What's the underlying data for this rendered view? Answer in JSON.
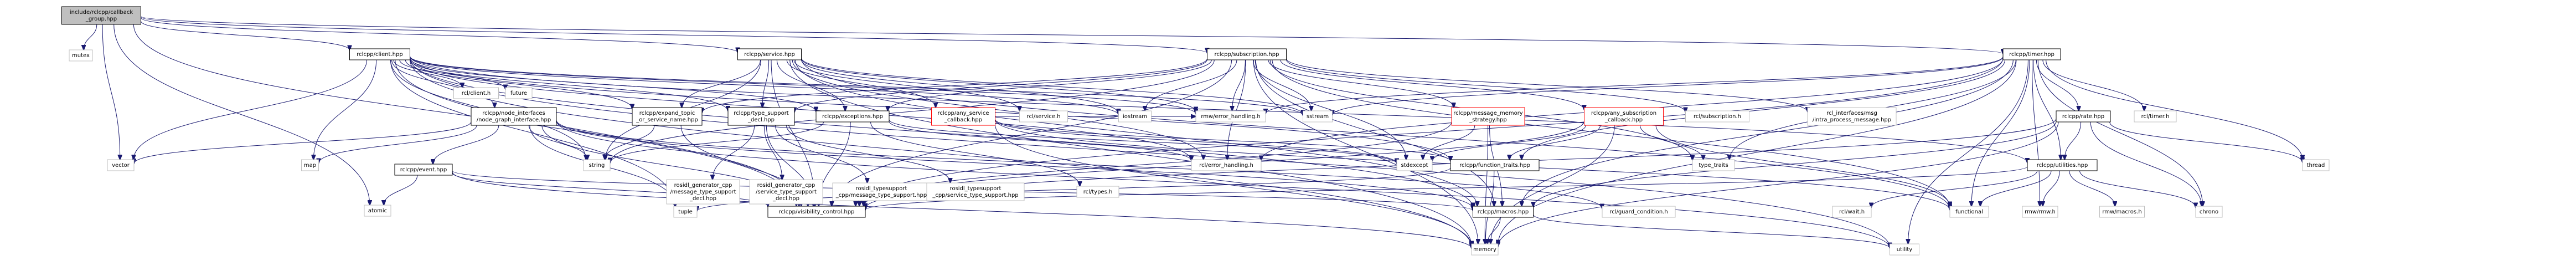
{
  "diagram": {
    "type": "include-dependency-graph",
    "colors": {
      "edge": "#191970",
      "root_fill": "#bfbfbf",
      "linked_border": "#000000",
      "external_border": "#bfbfbf",
      "missing_border": "#ff0000",
      "background": "#ffffff"
    },
    "nodes": [
      {
        "id": "root",
        "label": [
          "include/rclcpp/callback",
          "_group.hpp"
        ],
        "kind": "root"
      },
      {
        "id": "mutex",
        "label": [
          "mutex"
        ],
        "kind": "external"
      },
      {
        "id": "client",
        "label": [
          "rclcpp/client.hpp"
        ],
        "kind": "linked"
      },
      {
        "id": "service",
        "label": [
          "rclcpp/service.hpp"
        ],
        "kind": "linked"
      },
      {
        "id": "subscription",
        "label": [
          "rclcpp/subscription.hpp"
        ],
        "kind": "linked"
      },
      {
        "id": "timer",
        "label": [
          "rclcpp/timer.hpp"
        ],
        "kind": "linked"
      },
      {
        "id": "rcl_client",
        "label": [
          "rcl/client.h"
        ],
        "kind": "external"
      },
      {
        "id": "future",
        "label": [
          "future"
        ],
        "kind": "external"
      },
      {
        "id": "node_graph",
        "label": [
          "rclcpp/node_interfaces",
          "/node_graph_interface.hpp"
        ],
        "kind": "linked"
      },
      {
        "id": "expand_topic",
        "label": [
          "rclcpp/expand_topic",
          "_or_service_name.hpp"
        ],
        "kind": "linked"
      },
      {
        "id": "type_support",
        "label": [
          "rclcpp/type_support",
          "_decl.hpp"
        ],
        "kind": "linked"
      },
      {
        "id": "exceptions",
        "label": [
          "rclcpp/exceptions.hpp"
        ],
        "kind": "linked"
      },
      {
        "id": "any_service",
        "label": [
          "rclcpp/any_service",
          "_callback.hpp"
        ],
        "kind": "missing"
      },
      {
        "id": "rcl_service",
        "label": [
          "rcl/service.h"
        ],
        "kind": "external"
      },
      {
        "id": "iostream",
        "label": [
          "iostream"
        ],
        "kind": "external"
      },
      {
        "id": "rmw_error",
        "label": [
          "rmw/error_handling.h"
        ],
        "kind": "external"
      },
      {
        "id": "sstream",
        "label": [
          "sstream"
        ],
        "kind": "external"
      },
      {
        "id": "msg_memory",
        "label": [
          "rclcpp/message_memory",
          "_strategy.hpp"
        ],
        "kind": "missing"
      },
      {
        "id": "any_sub",
        "label": [
          "rclcpp/any_subscription",
          "_callback.hpp"
        ],
        "kind": "missing"
      },
      {
        "id": "rcl_subscription",
        "label": [
          "rcl/subscription.h"
        ],
        "kind": "external"
      },
      {
        "id": "rcl_intra",
        "label": [
          "rcl_interfaces/msg",
          "/intra_process_message.hpp"
        ],
        "kind": "external"
      },
      {
        "id": "rcl_timer",
        "label": [
          "rcl/timer.h"
        ],
        "kind": "external"
      },
      {
        "id": "rate",
        "label": [
          "rclcpp/rate.hpp"
        ],
        "kind": "linked"
      },
      {
        "id": "vector",
        "label": [
          "vector"
        ],
        "kind": "external"
      },
      {
        "id": "map",
        "label": [
          "map"
        ],
        "kind": "external"
      },
      {
        "id": "event",
        "label": [
          "rclcpp/event.hpp"
        ],
        "kind": "linked"
      },
      {
        "id": "string",
        "label": [
          "string"
        ],
        "kind": "external"
      },
      {
        "id": "ros_ts_msg",
        "label": [
          "rosidl_generator_cpp",
          "/message_type_support",
          "_decl.hpp"
        ],
        "kind": "external"
      },
      {
        "id": "ros_ts_srv",
        "label": [
          "rosidl_generator_cpp",
          "/service_type_support",
          "_decl.hpp"
        ],
        "kind": "external"
      },
      {
        "id": "ros_ts_cpp_msg",
        "label": [
          "rosidl_typesupport",
          "_cpp/message_type_support.hpp"
        ],
        "kind": "external"
      },
      {
        "id": "ros_ts_cpp_srv",
        "label": [
          "rosidl_typesupport",
          "_cpp/service_type_support.hpp"
        ],
        "kind": "external"
      },
      {
        "id": "rcl_types",
        "label": [
          "rcl/types.h"
        ],
        "kind": "external"
      },
      {
        "id": "rcl_error",
        "label": [
          "rcl/error_handling.h"
        ],
        "kind": "external"
      },
      {
        "id": "stdexcept",
        "label": [
          "stdexcept"
        ],
        "kind": "external"
      },
      {
        "id": "function_traits",
        "label": [
          "rclcpp/function_traits.hpp"
        ],
        "kind": "linked"
      },
      {
        "id": "type_traits",
        "label": [
          "type_traits"
        ],
        "kind": "external"
      },
      {
        "id": "utilities",
        "label": [
          "rclcpp/utilities.hpp"
        ],
        "kind": "linked"
      },
      {
        "id": "thread",
        "label": [
          "thread"
        ],
        "kind": "external"
      },
      {
        "id": "atomic",
        "label": [
          "atomic"
        ],
        "kind": "external"
      },
      {
        "id": "tuple",
        "label": [
          "tuple"
        ],
        "kind": "external"
      },
      {
        "id": "visibility",
        "label": [
          "rclcpp/visibility_control.hpp"
        ],
        "kind": "linked"
      },
      {
        "id": "macros",
        "label": [
          "rclcpp/macros.hpp"
        ],
        "kind": "linked"
      },
      {
        "id": "guard",
        "label": [
          "rcl/guard_condition.h"
        ],
        "kind": "external"
      },
      {
        "id": "rcl_wait",
        "label": [
          "rcl/wait.h"
        ],
        "kind": "external"
      },
      {
        "id": "functional",
        "label": [
          "functional"
        ],
        "kind": "external"
      },
      {
        "id": "rmw_rmw",
        "label": [
          "rmw/rmw.h"
        ],
        "kind": "external"
      },
      {
        "id": "rmw_macros",
        "label": [
          "rmw/macros.h"
        ],
        "kind": "external"
      },
      {
        "id": "chrono",
        "label": [
          "chrono"
        ],
        "kind": "external"
      },
      {
        "id": "memory",
        "label": [
          "memory"
        ],
        "kind": "external"
      },
      {
        "id": "utility",
        "label": [
          "utility"
        ],
        "kind": "external"
      }
    ],
    "edges": [
      [
        "root",
        "mutex"
      ],
      [
        "root",
        "client"
      ],
      [
        "root",
        "service"
      ],
      [
        "root",
        "subscription"
      ],
      [
        "root",
        "timer"
      ],
      [
        "root",
        "vector"
      ],
      [
        "root",
        "atomic"
      ],
      [
        "root",
        "visibility"
      ],
      [
        "client",
        "rcl_client"
      ],
      [
        "client",
        "future"
      ],
      [
        "client",
        "node_graph"
      ],
      [
        "client",
        "expand_topic"
      ],
      [
        "client",
        "type_support"
      ],
      [
        "client",
        "exceptions"
      ],
      [
        "client",
        "rmw_error"
      ],
      [
        "client",
        "sstream"
      ],
      [
        "client",
        "map"
      ],
      [
        "client",
        "string"
      ],
      [
        "client",
        "vector"
      ],
      [
        "client",
        "tuple"
      ],
      [
        "client",
        "utility"
      ],
      [
        "client",
        "function_traits"
      ],
      [
        "client",
        "utilities"
      ],
      [
        "client",
        "visibility"
      ],
      [
        "client",
        "macros"
      ],
      [
        "client",
        "rcl_error"
      ],
      [
        "client",
        "memory"
      ],
      [
        "client",
        "iostream"
      ],
      [
        "service",
        "rcl_service"
      ],
      [
        "service",
        "any_service"
      ],
      [
        "service",
        "exceptions"
      ],
      [
        "service",
        "type_support"
      ],
      [
        "service",
        "expand_topic"
      ],
      [
        "service",
        "iostream"
      ],
      [
        "service",
        "rmw_error"
      ],
      [
        "service",
        "sstream"
      ],
      [
        "service",
        "string"
      ],
      [
        "service",
        "memory"
      ],
      [
        "service",
        "functional"
      ],
      [
        "service",
        "macros"
      ],
      [
        "service",
        "visibility"
      ],
      [
        "service",
        "rcl_error"
      ],
      [
        "subscription",
        "msg_memory"
      ],
      [
        "subscription",
        "any_sub"
      ],
      [
        "subscription",
        "rcl_subscription"
      ],
      [
        "subscription",
        "rcl_intra"
      ],
      [
        "subscription",
        "exceptions"
      ],
      [
        "subscription",
        "expand_topic"
      ],
      [
        "subscription",
        "type_support"
      ],
      [
        "subscription",
        "iostream"
      ],
      [
        "subscription",
        "rmw_error"
      ],
      [
        "subscription",
        "sstream"
      ],
      [
        "subscription",
        "string"
      ],
      [
        "subscription",
        "memory"
      ],
      [
        "subscription",
        "functional"
      ],
      [
        "subscription",
        "macros"
      ],
      [
        "subscription",
        "visibility"
      ],
      [
        "subscription",
        "rcl_error"
      ],
      [
        "subscription",
        "type_traits"
      ],
      [
        "subscription",
        "stdexcept"
      ],
      [
        "timer",
        "rcl_timer"
      ],
      [
        "timer",
        "rate"
      ],
      [
        "timer",
        "function_traits"
      ],
      [
        "timer",
        "utilities"
      ],
      [
        "timer",
        "type_traits"
      ],
      [
        "timer",
        "thread"
      ],
      [
        "timer",
        "chrono"
      ],
      [
        "timer",
        "functional"
      ],
      [
        "timer",
        "memory"
      ],
      [
        "timer",
        "sstream"
      ],
      [
        "timer",
        "utility"
      ],
      [
        "timer",
        "rmw_error"
      ],
      [
        "timer",
        "macros"
      ],
      [
        "timer",
        "visibility"
      ],
      [
        "timer",
        "rmw_rmw"
      ],
      [
        "timer",
        "rcl_error"
      ],
      [
        "node_graph",
        "map"
      ],
      [
        "node_graph",
        "string"
      ],
      [
        "node_graph",
        "vector"
      ],
      [
        "node_graph",
        "tuple"
      ],
      [
        "node_graph",
        "utility"
      ],
      [
        "node_graph",
        "event"
      ],
      [
        "node_graph",
        "macros"
      ],
      [
        "node_graph",
        "visibility"
      ],
      [
        "node_graph",
        "guard"
      ],
      [
        "expand_topic",
        "string"
      ],
      [
        "expand_topic",
        "visibility"
      ],
      [
        "type_support",
        "ros_ts_msg"
      ],
      [
        "type_support",
        "ros_ts_srv"
      ],
      [
        "type_support",
        "ros_ts_cpp_msg"
      ],
      [
        "type_support",
        "ros_ts_cpp_srv"
      ],
      [
        "type_support",
        "visibility"
      ],
      [
        "exceptions",
        "rcl_error"
      ],
      [
        "exceptions",
        "rcl_types"
      ],
      [
        "exceptions",
        "stdexcept"
      ],
      [
        "exceptions",
        "string"
      ],
      [
        "exceptions",
        "visibility"
      ],
      [
        "any_service",
        "function_traits"
      ],
      [
        "any_service",
        "memory"
      ],
      [
        "any_service",
        "functional"
      ],
      [
        "any_service",
        "rmw_error"
      ],
      [
        "any_service",
        "stdexcept"
      ],
      [
        "msg_memory",
        "memory"
      ],
      [
        "msg_memory",
        "stdexcept"
      ],
      [
        "msg_memory",
        "macros"
      ],
      [
        "msg_memory",
        "visibility"
      ],
      [
        "any_sub",
        "function_traits"
      ],
      [
        "any_sub",
        "memory"
      ],
      [
        "any_sub",
        "functional"
      ],
      [
        "any_sub",
        "stdexcept"
      ],
      [
        "any_sub",
        "type_traits"
      ],
      [
        "any_sub",
        "visibility"
      ],
      [
        "rate",
        "chrono"
      ],
      [
        "rate",
        "memory"
      ],
      [
        "rate",
        "thread"
      ],
      [
        "rate",
        "utilities"
      ],
      [
        "rate",
        "macros"
      ],
      [
        "rate",
        "visibility"
      ],
      [
        "event",
        "atomic"
      ],
      [
        "event",
        "memory"
      ],
      [
        "event",
        "macros"
      ],
      [
        "event",
        "visibility"
      ],
      [
        "function_traits",
        "memory"
      ],
      [
        "function_traits",
        "tuple"
      ],
      [
        "utilities",
        "chrono"
      ],
      [
        "utilities",
        "functional"
      ],
      [
        "utilities",
        "visibility"
      ],
      [
        "utilities",
        "rcl_wait"
      ],
      [
        "utilities",
        "rmw_macros"
      ],
      [
        "utilities",
        "rmw_rmw"
      ],
      [
        "macros",
        "memory"
      ],
      [
        "macros",
        "utility"
      ]
    ]
  }
}
